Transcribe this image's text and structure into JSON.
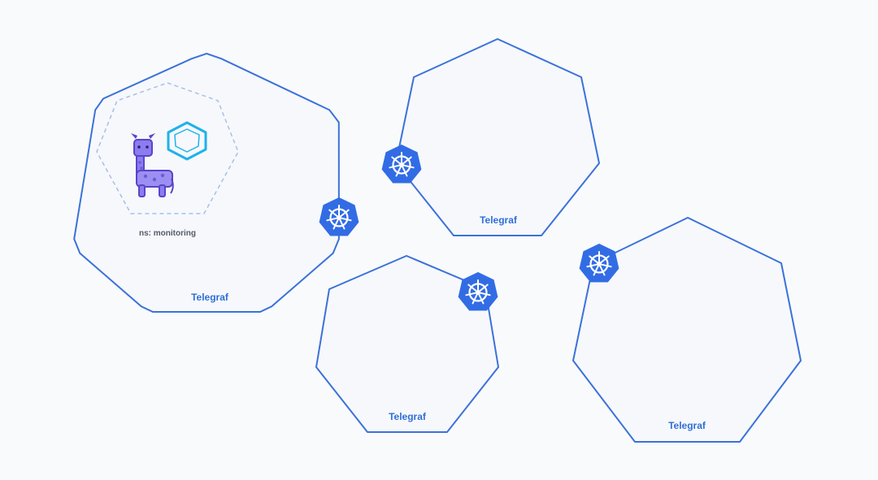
{
  "colors": {
    "background": "#f9fafc",
    "node_fill": "#f6f8fc",
    "node_stroke": "#3b72d9",
    "k8s_blue": "#326ce5",
    "namespace_stroke": "#a9bfe6",
    "label_blue": "#2f6fd6",
    "ns_label": "#555b66",
    "giraffe_purple": "#7b6be0",
    "cube_cyan": "#1fb2ea"
  },
  "nodes": [
    {
      "label": "Telegraf",
      "has_namespace": true
    },
    {
      "label": "Telegraf",
      "has_namespace": false
    },
    {
      "label": "Telegraf",
      "has_namespace": false
    },
    {
      "label": "Telegraf",
      "has_namespace": false
    }
  ],
  "namespace": {
    "label": "ns: monitoring"
  },
  "icons": {
    "k8s": "kubernetes-helm-icon",
    "giraffe": "giraffe-icon",
    "cube": "cube-icon"
  }
}
